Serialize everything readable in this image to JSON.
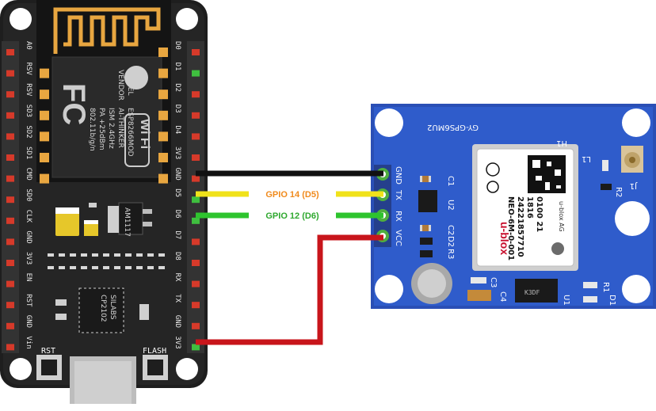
{
  "nodemcu": {
    "left_pins": [
      "A0",
      "RSV",
      "RSV",
      "SD3",
      "SD2",
      "SD1",
      "CMD",
      "SD0",
      "CLK",
      "GND",
      "3V3",
      "EN",
      "RST",
      "GND",
      "Vin"
    ],
    "right_pins": [
      "D0",
      "D1",
      "D2",
      "D3",
      "D4",
      "3V3",
      "GND",
      "D5",
      "D6",
      "D7",
      "D8",
      "RX",
      "TX",
      "GND",
      "3V3"
    ],
    "module_lines": [
      "MODEL",
      "VENDOR",
      "ISM 2.4GHz",
      "PA +25dBm",
      "802.11b/g/n"
    ],
    "module_values": [
      "ESP8266MOD",
      "AI-THINKER"
    ],
    "fc_logo": "FC",
    "wifi_logo": "Wi Fi",
    "usb_chip_lines": [
      "SILABS",
      "CP2102"
    ],
    "regulator": "AM1117",
    "rst_label": "RST",
    "flash_label": "FLASH"
  },
  "gps": {
    "title": "GY-GPS6MU2",
    "pins": [
      "GND",
      "TX",
      "RX",
      "VCC"
    ],
    "module_lines": [
      "NEO-6M-0-001",
      "24221857710",
      "1816",
      "0100 21"
    ],
    "brand": "u-blox",
    "small_brand": "u-blox AG",
    "components": [
      "H1",
      "L1",
      "R2",
      "J1",
      "C1",
      "U2",
      "C2",
      "D2",
      "R3",
      "C3",
      "C4",
      "U1",
      "R1",
      "D1"
    ],
    "ic_label": "K3DF"
  },
  "wires": [
    {
      "name": "gnd-wire",
      "label": "",
      "color": "#111111"
    },
    {
      "name": "tx-wire",
      "label": "GPIO 14 (D5)",
      "color": "#f0e21a",
      "label_color": "#f08a1c"
    },
    {
      "name": "rx-wire",
      "label": "GPIO 12 (D6)",
      "color": "#2ec42e",
      "label_color": "#2ea82e"
    },
    {
      "name": "vcc-wire",
      "label": "",
      "color": "#c8151b"
    }
  ]
}
